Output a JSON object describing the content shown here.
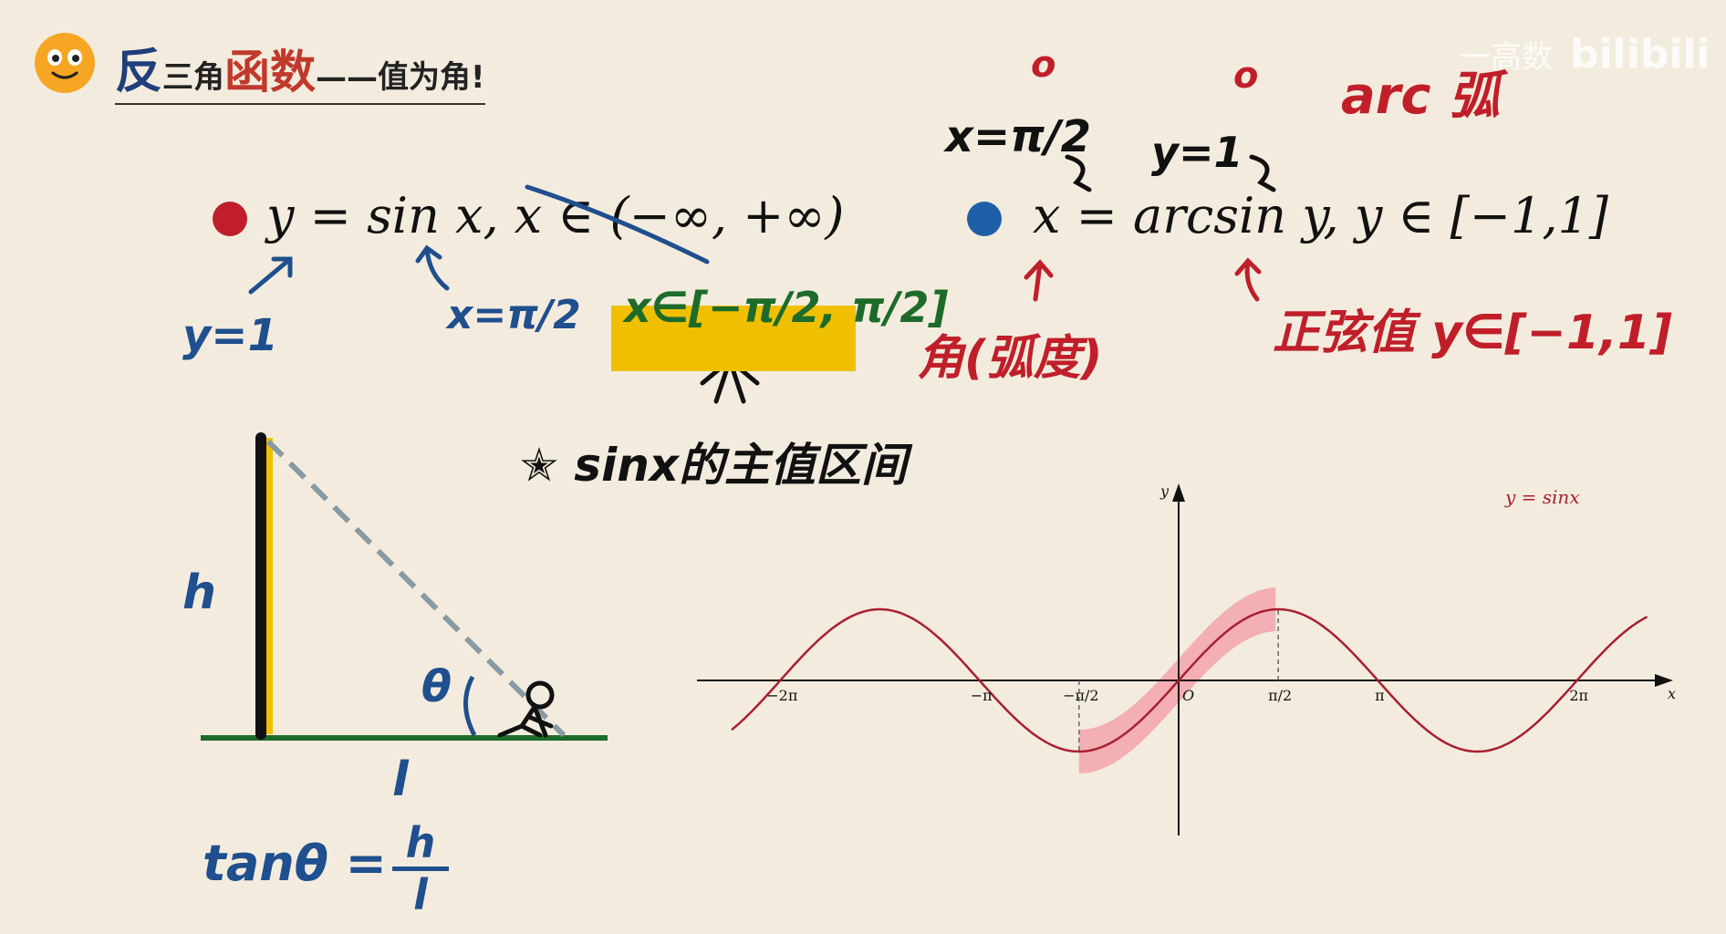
{
  "header": {
    "title_fan": "反",
    "title_sanjiao": "三角",
    "title_hanshu": "函数",
    "title_rest": "——值为角!"
  },
  "watermark": {
    "brand": "一高数",
    "logo": "bilibili"
  },
  "formulas": {
    "sin_eq": "y = sin x,  x ∈ (−∞, +∞)",
    "arcsin_eq": "x = arcsin y,  y ∈ [−1,1]"
  },
  "notes": {
    "y1": "y=1",
    "x_pi2": "x=π/2",
    "x_interval": "x∈[−π/2, π/2]",
    "principal": "✭ sinx的主值区间",
    "top_x": "x=π/2",
    "top_y": "y=1",
    "circle1": "o",
    "circle2": "o",
    "arc": "arc 弧",
    "angle_rad": "角(弧度)",
    "sine_value": "正弦值 y∈[−1,1]"
  },
  "triangle": {
    "h": "h",
    "l": "l",
    "theta": "θ",
    "tan_lhs": "tanθ =",
    "tan_num": "h",
    "tan_den": "l"
  },
  "colors": {
    "red_dot": "#c01f2a",
    "blue_dot": "#1f5fa8",
    "highlight": "#f0c000",
    "curve": "#a8202e",
    "band": "#f2a5ad"
  },
  "chart_data": {
    "type": "line",
    "title": "",
    "series": [
      {
        "name": "y = sinx",
        "function": "sin(x)"
      }
    ],
    "xlabel": "x",
    "ylabel": "y",
    "x_ticks": [
      "−2π",
      "−π",
      "−π/2",
      "O",
      "π/2",
      "π",
      "2π"
    ],
    "x_tick_values": [
      -6.2832,
      -3.1416,
      -1.5708,
      0,
      1.5708,
      3.1416,
      6.2832
    ],
    "xlim": [
      -7.2,
      7.5
    ],
    "ylim": [
      -1.2,
      1.2
    ],
    "highlighted_interval": [
      -1.5708,
      1.5708
    ],
    "grid": false
  }
}
